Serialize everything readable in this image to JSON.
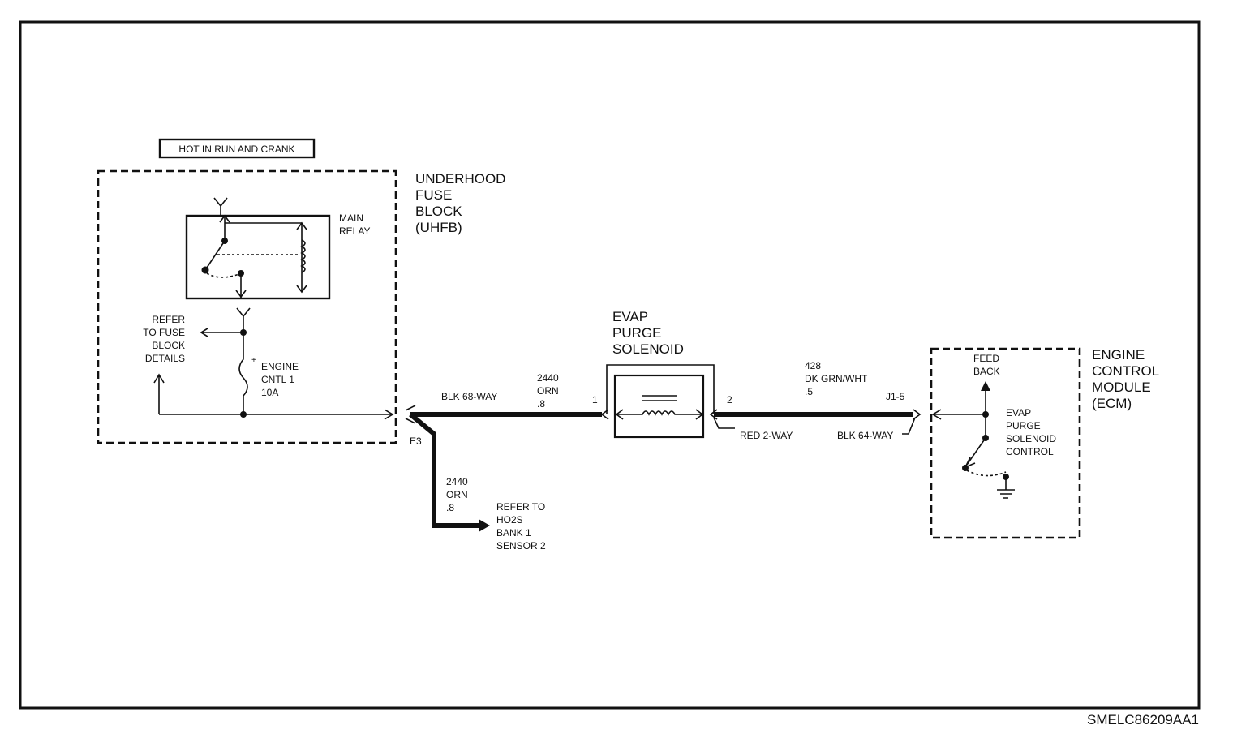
{
  "hot_label": "HOT IN RUN AND CRANK",
  "uhfb": {
    "line1": "UNDERHOOD",
    "line2": "FUSE",
    "line3": "BLOCK",
    "line4": "(UHFB)"
  },
  "main_relay": {
    "line1": "MAIN",
    "line2": "RELAY"
  },
  "refer_fuse": {
    "line1": "REFER",
    "line2": "TO FUSE",
    "line3": "BLOCK",
    "line4": "DETAILS"
  },
  "fuse": {
    "line1": "ENGINE",
    "line2": "CNTL 1",
    "line3": "10A"
  },
  "evap_solenoid": {
    "line1": "EVAP",
    "line2": "PURGE",
    "line3": "SOLENOID"
  },
  "ecm": {
    "line1": "ENGINE",
    "line2": "CONTROL",
    "line3": "MODULE",
    "line4": "(ECM)"
  },
  "connector_left": "BLK 68-WAY",
  "splice": "E3",
  "wire_2440_top": {
    "circuit": "2440",
    "color": "ORN",
    "gauge": ".8"
  },
  "wire_2440_down": {
    "circuit": "2440",
    "color": "ORN",
    "gauge": ".8"
  },
  "pin1": "1",
  "pin2": "2",
  "red_2way": "RED 2-WAY",
  "wire_428": {
    "circuit": "428",
    "color": "DK GRN/WHT",
    "gauge": ".5"
  },
  "j1_5": "J1-5",
  "blk_64way": "BLK 64-WAY",
  "feed_back": {
    "line1": "FEED",
    "line2": "BACK"
  },
  "evap_control": {
    "line1": "EVAP",
    "line2": "PURGE",
    "line3": "SOLENOID",
    "line4": "CONTROL"
  },
  "refer_ho2s": {
    "line1": "REFER TO",
    "line2": "HO2S",
    "line3": "BANK 1",
    "line4": "SENSOR 2"
  },
  "diagram_id": "SMELC86209AA1"
}
